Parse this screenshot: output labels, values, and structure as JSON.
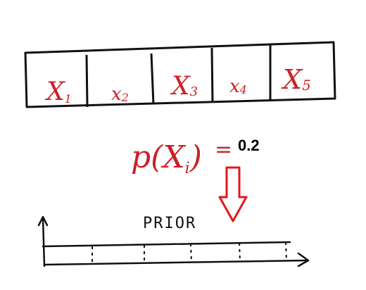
{
  "cells": [
    {
      "label": "X",
      "sub": "1"
    },
    {
      "label": "x",
      "sub": "2"
    },
    {
      "label": "X",
      "sub": "3"
    },
    {
      "label": "x",
      "sub": "4"
    },
    {
      "label": "X",
      "sub": "5"
    }
  ],
  "formula": {
    "prefix": "p(",
    "variable": "X",
    "sub": "i",
    "suffix": ")",
    "equals": "=",
    "value": "0.2"
  },
  "prior": {
    "label": "PRIOR"
  },
  "colors": {
    "handwriting_red": "#cc2027",
    "ink_black": "#111111"
  },
  "icons": {
    "down_arrow": "down-arrow-icon"
  }
}
